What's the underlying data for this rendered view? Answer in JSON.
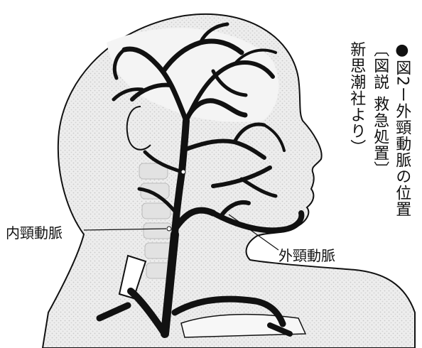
{
  "caption": {
    "bullet": "●",
    "title": "図2ー外頸動脈の位置",
    "source_line1": "〔図説 救急処置〕",
    "source_line2": "新思潮社より）"
  },
  "labels": {
    "internal_carotid": "内頸動脈",
    "external_carotid": "外頸動脈"
  }
}
